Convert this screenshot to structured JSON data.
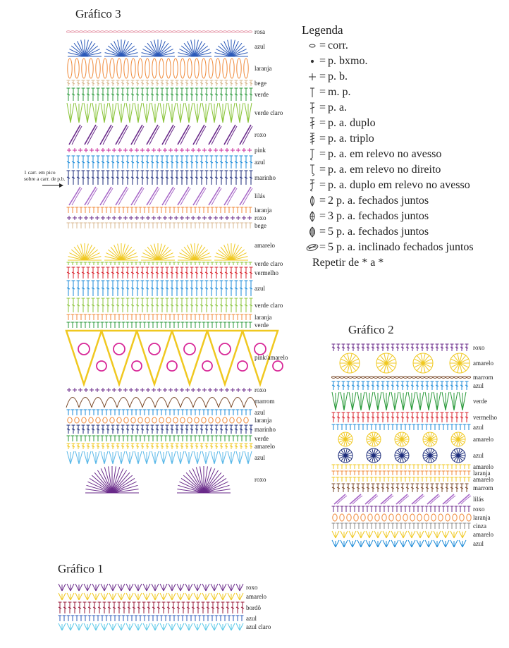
{
  "chart3": {
    "title": "Gráfico 3",
    "rows": [
      {
        "label": "rosa",
        "color": "#e8a0b0",
        "stitch": "chain"
      },
      {
        "label": "azul",
        "color": "#2a58b8",
        "stitch": "fan"
      },
      {
        "label": "laranja",
        "color": "#f08a3a",
        "stitch": "puff"
      },
      {
        "label": "bege",
        "color": "#d8b890",
        "stitch": "tall"
      },
      {
        "label": "verde",
        "color": "#2a9a3a",
        "stitch": "tall"
      },
      {
        "label": "verde claro",
        "color": "#8ac43a",
        "stitch": "vee"
      },
      {
        "label": "roxo",
        "color": "#6a2a8a",
        "stitch": "diag"
      },
      {
        "label": "pink",
        "color": "#c8289a",
        "stitch": "cross"
      },
      {
        "label": "azul",
        "color": "#1a8ad8",
        "stitch": "tall"
      },
      {
        "label": "marinho",
        "color": "#1a2a7a",
        "stitch": "tall"
      },
      {
        "label": "lilás",
        "color": "#a868c8",
        "stitch": "diag"
      },
      {
        "label": "laranja",
        "color": "#f08a3a",
        "stitch": "short"
      },
      {
        "label": "roxo",
        "color": "#6a2a8a",
        "stitch": "cross"
      },
      {
        "label": "bege",
        "color": "#d8b890",
        "stitch": "short"
      },
      {
        "label": "amarelo",
        "color": "#f0c820",
        "stitch": "fan"
      },
      {
        "label": "verde claro",
        "color": "#8ac43a",
        "stitch": "short"
      },
      {
        "label": "vermelho",
        "color": "#d8202a",
        "stitch": "tall"
      },
      {
        "label": "azul",
        "color": "#1a8ad8",
        "stitch": "tall"
      },
      {
        "label": "verde claro",
        "color": "#8ac43a",
        "stitch": "tall"
      },
      {
        "label": "laranja",
        "color": "#f08a3a",
        "stitch": "short"
      },
      {
        "label": "verde",
        "color": "#2a9a3a",
        "stitch": "short"
      },
      {
        "label": "pink/amarelo",
        "color": "#f0c820",
        "stitch": "triangle"
      },
      {
        "label": "roxo",
        "color": "#6a2a8a",
        "stitch": "cross"
      },
      {
        "label": "marrom",
        "color": "#7a4a2a",
        "stitch": "loop"
      },
      {
        "label": "azul",
        "color": "#1a8ad8",
        "stitch": "short"
      },
      {
        "label": "laranja",
        "color": "#f08a3a",
        "stitch": "puff"
      },
      {
        "label": "marinho",
        "color": "#1a2a7a",
        "stitch": "tall"
      },
      {
        "label": "verde",
        "color": "#2a9a3a",
        "stitch": "short"
      },
      {
        "label": "amarelo",
        "color": "#f0c820",
        "stitch": "tall"
      },
      {
        "label": "azul",
        "color": "#5ab8e8",
        "stitch": "vee"
      },
      {
        "label": "roxo",
        "color": "#6a2a8a",
        "stitch": "arch"
      }
    ],
    "annotation": "1 carr. em pico sobre a carr. de p.b."
  },
  "chart2": {
    "title": "Gráfico 2",
    "rows": [
      {
        "label": "roxo",
        "color": "#6a2a8a",
        "stitch": "tall"
      },
      {
        "label": "amarelo",
        "color": "#f0c820",
        "stitch": "flower"
      },
      {
        "label": "marrom",
        "color": "#7a4a2a",
        "stitch": "chain"
      },
      {
        "label": "azul",
        "color": "#1a8ad8",
        "stitch": "tall"
      },
      {
        "label": "verde",
        "color": "#2a9a3a",
        "stitch": "vee"
      },
      {
        "label": "vermelho",
        "color": "#d8202a",
        "stitch": "tall"
      },
      {
        "label": "azul",
        "color": "#1a8ad8",
        "stitch": "short"
      },
      {
        "label": "amarelo",
        "color": "#f0c820",
        "stitch": "circle"
      },
      {
        "label": "azul",
        "color": "#1a2a7a",
        "stitch": "circle"
      },
      {
        "label": "amarelo",
        "color": "#f0c820",
        "stitch": "short"
      },
      {
        "label": "laranja",
        "color": "#f08a3a",
        "stitch": "short"
      },
      {
        "label": "amarelo",
        "color": "#f0c820",
        "stitch": "short"
      },
      {
        "label": "marrom",
        "color": "#7a4a2a",
        "stitch": "tall"
      },
      {
        "label": "lilás",
        "color": "#a868c8",
        "stitch": "diag"
      },
      {
        "label": "roxo",
        "color": "#6a2a8a",
        "stitch": "short"
      },
      {
        "label": "laranja",
        "color": "#f08a3a",
        "stitch": "puff"
      },
      {
        "label": "cinza",
        "color": "#8a8a8a",
        "stitch": "short"
      },
      {
        "label": "amarelo",
        "color": "#f0c820",
        "stitch": "vee"
      },
      {
        "label": "azul",
        "color": "#1a8ad8",
        "stitch": "vee"
      }
    ]
  },
  "chart1": {
    "title": "Gráfico 1",
    "rows": [
      {
        "label": "roxo",
        "color": "#6a2a8a",
        "stitch": "vee"
      },
      {
        "label": "amarelo",
        "color": "#f0c820",
        "stitch": "vee"
      },
      {
        "label": "bordô",
        "color": "#9a1a3a",
        "stitch": "tall"
      },
      {
        "label": "azul",
        "color": "#2a58b8",
        "stitch": "short"
      },
      {
        "label": "azul claro",
        "color": "#5ac8e8",
        "stitch": "vee"
      }
    ]
  },
  "legend": {
    "title": "Legenda",
    "items": [
      {
        "icon": "chain-icon",
        "text": "corr."
      },
      {
        "icon": "slip-stitch-icon",
        "text": "p. bxmo."
      },
      {
        "icon": "single-crochet-icon",
        "text": "p. b."
      },
      {
        "icon": "half-double-crochet-icon",
        "text": "m. p."
      },
      {
        "icon": "double-crochet-icon",
        "text": "p. a."
      },
      {
        "icon": "treble-crochet-icon",
        "text": "p. a. duplo"
      },
      {
        "icon": "double-treble-icon",
        "text": "p. a. triplo"
      },
      {
        "icon": "back-post-icon",
        "text": "p. a. em relevo no avesso"
      },
      {
        "icon": "front-post-icon",
        "text": "p. a. em relevo no direito"
      },
      {
        "icon": "back-post-treble-icon",
        "text": "p. a. duplo em relevo no avesso"
      },
      {
        "icon": "two-together-icon",
        "text": "2 p. a. fechados juntos"
      },
      {
        "icon": "three-together-icon",
        "text": "3 p. a. fechados juntos"
      },
      {
        "icon": "five-together-icon",
        "text": "5 p. a. fechados juntos"
      },
      {
        "icon": "five-slanted-icon",
        "text": "5 p. a. inclinado fechados juntos"
      }
    ],
    "repeat": "Repetir de * a *"
  }
}
